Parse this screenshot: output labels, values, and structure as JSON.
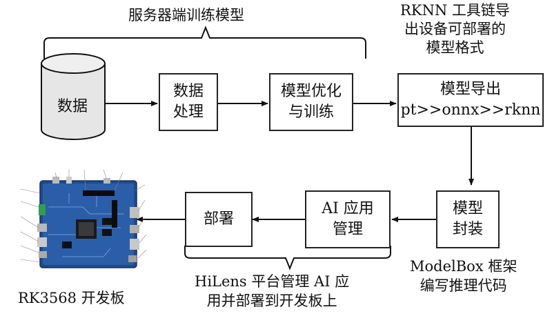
{
  "top_labels": {
    "server_training": "服务器端训练模型",
    "rknn_export": [
      "RKNN 工具链导",
      "出设备可部署的",
      "模型格式"
    ]
  },
  "nodes": {
    "data": "数据",
    "data_processing": [
      "数据",
      "处理"
    ],
    "optimize_train": [
      "模型优化",
      "与训练"
    ],
    "model_export": [
      "模型导出",
      "pt>>onnx>>rknn"
    ],
    "model_package": [
      "模型",
      "封装"
    ],
    "ai_app_mgmt": [
      "AI 应用",
      "管理"
    ],
    "deploy": "部署"
  },
  "bottom_labels": {
    "modelbox": [
      "ModelBox 框架",
      "编写推理代码"
    ],
    "hilens": [
      "HiLens 平台管理 AI 应",
      "用并部署到开发板上"
    ],
    "board": "RK3568 开发板"
  }
}
